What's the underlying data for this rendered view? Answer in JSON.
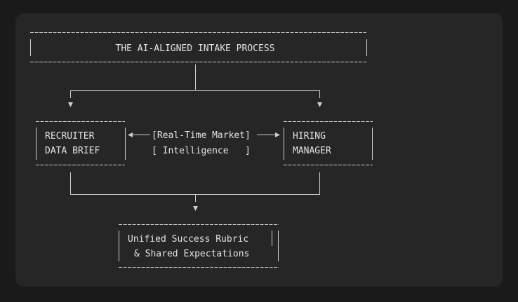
{
  "diagram": {
    "title": "THE AI-ALIGNED INTAKE PROCESS",
    "recruiter": {
      "line1": "RECRUITER",
      "line2": "DATA BRIEF"
    },
    "market": {
      "line1": "[Real-Time Market]",
      "line2": "[ Intelligence   ]"
    },
    "manager": {
      "line1": "HIRING",
      "line2": "MANAGER"
    },
    "rubric": {
      "line1": "Unified Success Rubric",
      "line2": "& Shared Expectations"
    }
  },
  "colors": {
    "background": "#1a1a1a",
    "panel": "#262626",
    "lines": "#cfcfcf",
    "text": "#e3e3e3"
  }
}
